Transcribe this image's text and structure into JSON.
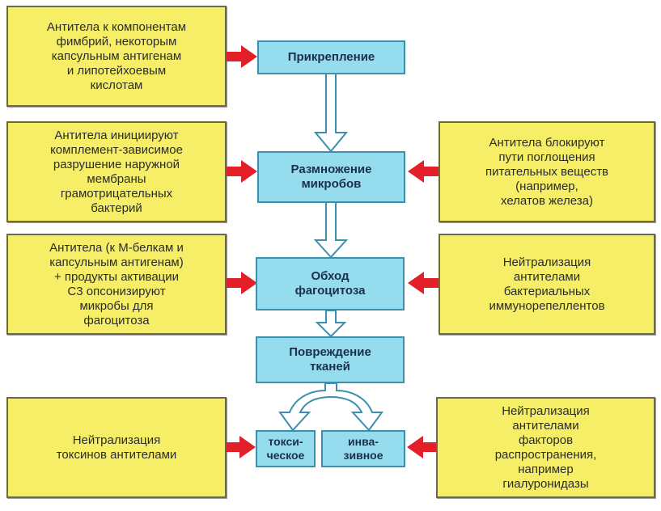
{
  "flow": {
    "attachment": "Прикрепление",
    "multiplication": "Размножение\nмикробов",
    "evasion": "Обход\nфагоцитоза",
    "damage": "Повреждение\nтканей",
    "toxic": "токси-\nческое",
    "invasive": "инва-\nзивное"
  },
  "left": {
    "fimbriae": "Антитела к компонентам\nфимбрий, некоторым\nкапсульным антигенам\nи липотейхоевым\nкислотам",
    "complement": "Антитела инициируют\nкомплемент-зависимое\nразрушение наружной\nмембраны\nграмотрицательных\nбактерий",
    "opsonize": "Антитела (к М-белкам и\nкапсульным антигенам)\n+ продукты активации\nС3 опсонизируют\nмикробы для\nфагоцитоза",
    "toxins": "Нейтрализация\nтоксинов антителами"
  },
  "right": {
    "nutrients": "Антитела блокируют\nпути поглощения\nпитательных веществ\n(например,\nхелатов железа)",
    "immunorepellents": "Нейтрализация\nантителами\nбактериальных\nиммунорепеллентов",
    "spreading": "Нейтрализация\nантителами\nфакторов\nраспространения,\nнапример\nгиалуронидазы"
  },
  "colors": {
    "box_fill": "#f6ee67",
    "flow_fill": "#96dcef",
    "arrow_red": "#e3202a",
    "arrow_outline": "#3d8fae"
  }
}
